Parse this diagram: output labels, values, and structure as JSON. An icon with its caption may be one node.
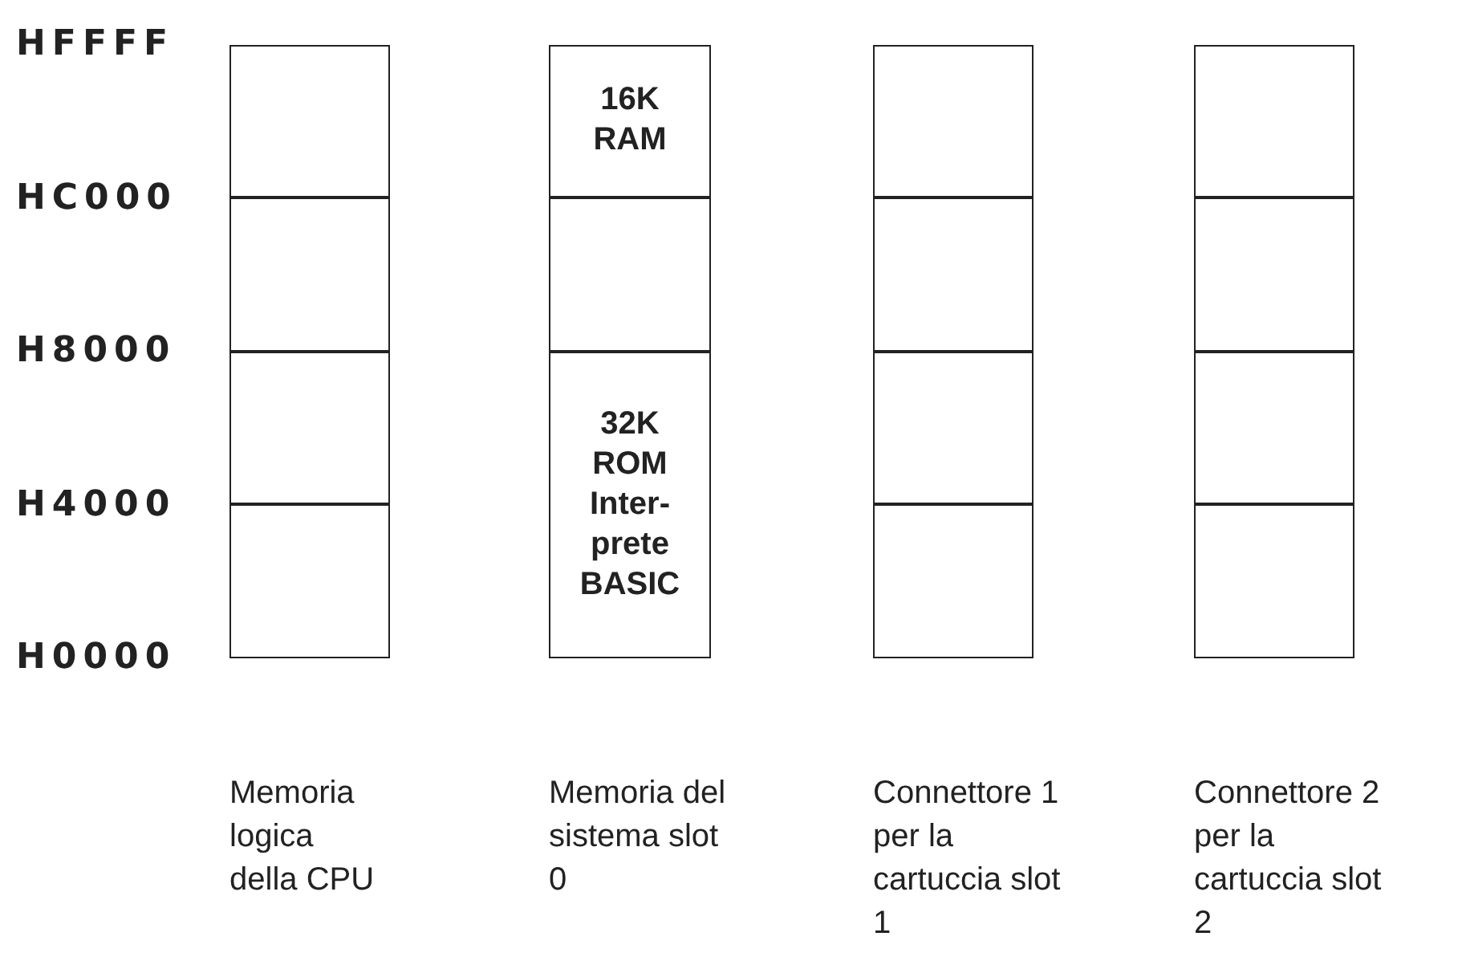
{
  "diagram": {
    "nodes": [
      {
        "text": [],
        "shape": "box",
        "beside": [
          "Memoria logica della CPU"
        ]
      },
      {
        "text": [],
        "shape": "box",
        "in": 0
      },
      {
        "text": [],
        "shape": "box",
        "in": 0
      },
      {
        "text": [],
        "shape": "box",
        "in": 0
      },
      {
        "text": [],
        "shape": "box",
        "in": 0
      },
      {
        "text": [],
        "shape": "box",
        "beside": [
          "Memoria del sistema slot 0"
        ]
      },
      {
        "text": [
          "16K RAM"
        ],
        "in": 5
      },
      {
        "text": [],
        "shape": "box",
        "in": 5
      },
      {
        "text": [
          "32K ROM Inter-prete BASIC"
        ],
        "in": 5
      },
      {
        "text": [],
        "shape": "box",
        "beside": [
          "Connettore 1 per la cartuccia slot 1"
        ]
      },
      {
        "text": [],
        "shape": "box",
        "in": 9
      },
      {
        "text": [],
        "shape": "box",
        "in": 9
      },
      {
        "text": [],
        "shape": "box",
        "in": 9
      },
      {
        "text": [],
        "shape": "box",
        "in": 9
      },
      {
        "text": [],
        "shape": "box",
        "beside": [
          "Connettore 2 per la cartuccia slot 2"
        ]
      },
      {
        "text": [],
        "shape": "box",
        "in": 14
      },
      {
        "text": [],
        "shape": "box",
        "in": 14
      },
      {
        "text": [],
        "shape": "box",
        "in": 14
      },
      {
        "text": [],
        "shape": "box",
        "in": 14
      }
    ],
    "edges": [],
    "labels": [
      "HFFFF",
      "HC000",
      "H8000",
      "H4000",
      "H0000"
    ]
  }
}
